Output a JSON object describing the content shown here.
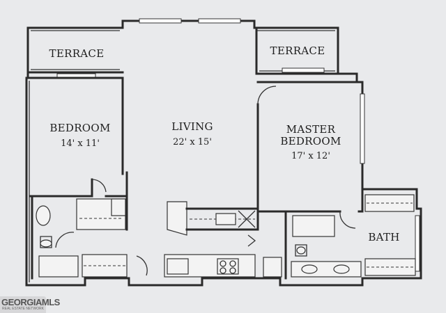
{
  "rooms": {
    "terrace_left": "TERRACE",
    "terrace_right": "TERRACE",
    "bedroom": {
      "name": "BEDROOM",
      "dims": "14' x 11'"
    },
    "living": {
      "name": "LIVING",
      "dims": "22' x 15'"
    },
    "master": {
      "name_line1": "MASTER",
      "name_line2": "BEDROOM",
      "dims": "17' x 12'"
    },
    "bath": "BATH"
  },
  "watermark": {
    "brand": "GEORGIAMLS",
    "tagline": "REAL ESTATE NETWORK"
  },
  "colors": {
    "background": "#e9eaec",
    "lines": "#2a2a2a"
  }
}
